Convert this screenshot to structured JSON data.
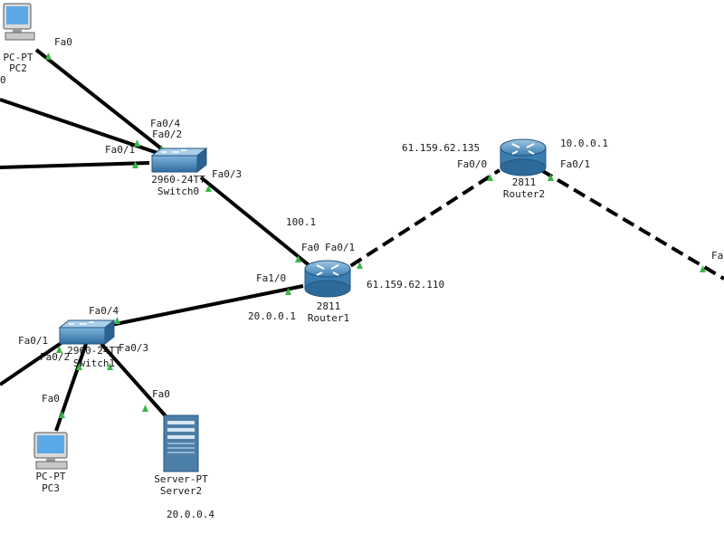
{
  "devices": {
    "pc2": {
      "model": "PC-PT",
      "name": "PC2"
    },
    "switch0": {
      "model": "2960-24TT",
      "name": "Switch0"
    },
    "router1": {
      "model": "2811",
      "name": "Router1"
    },
    "router2": {
      "model": "2811",
      "name": "Router2"
    },
    "switch1": {
      "model": "2960-24TT",
      "name": "Switch1"
    },
    "pc3": {
      "model": "PC-PT",
      "name": "PC3"
    },
    "server2": {
      "model": "Server-PT",
      "name": "Server2"
    }
  },
  "ports": {
    "pc2_fa0": "Fa0",
    "cut_left": "0",
    "sw0_fa04": "Fa0/4",
    "sw0_fa02": "Fa0/2",
    "sw0_fa01": "Fa0/1",
    "sw0_fa03": "Fa0/3",
    "r1_fa0": "Fa0",
    "r1_fa01": "Fa0/1",
    "r1_fa10": "Fa1/0",
    "r2_fa00": "Fa0/0",
    "r2_fa01": "Fa0/1",
    "sw1_fa04": "Fa0/4",
    "sw1_fa01": "Fa0/1",
    "sw1_fa02": "Fa0/2",
    "sw1_fa03": "Fa0/3",
    "pc3_fa0": "Fa0",
    "srv2_fa0": "Fa0",
    "edge_fa": "Fa"
  },
  "addresses": {
    "r1_fa0": "100.1",
    "r1_fa01": "61.159.62.110",
    "r1_fa10": "20.0.0.1",
    "r2_fa00": "61.159.62.135",
    "r2_fa01": "10.0.0.1",
    "server2": "20.0.0.4"
  },
  "colors": {
    "link": "#000000",
    "port_ok": "#3ab54a",
    "router_body": "#4a8fbf",
    "switch_body": "#4a8fbf",
    "pc_screen": "#5aa9e6",
    "server_body": "#4c7fa8"
  },
  "links": [
    {
      "from": "Switch0",
      "to": "PC2",
      "style": "solid"
    },
    {
      "from": "Switch0",
      "to": "offscreen-left",
      "style": "solid"
    },
    {
      "from": "Switch0",
      "to": "offscreen-left",
      "style": "solid"
    },
    {
      "from": "Switch0",
      "to": "Router1",
      "style": "solid"
    },
    {
      "from": "Router1",
      "to": "Router2",
      "style": "dashed"
    },
    {
      "from": "Router2",
      "to": "offscreen-right",
      "style": "dashed"
    },
    {
      "from": "Router1",
      "to": "Switch1",
      "style": "solid"
    },
    {
      "from": "Switch1",
      "to": "offscreen-left",
      "style": "solid"
    },
    {
      "from": "Switch1",
      "to": "PC3",
      "style": "solid"
    },
    {
      "from": "Switch1",
      "to": "Server2",
      "style": "solid"
    }
  ]
}
